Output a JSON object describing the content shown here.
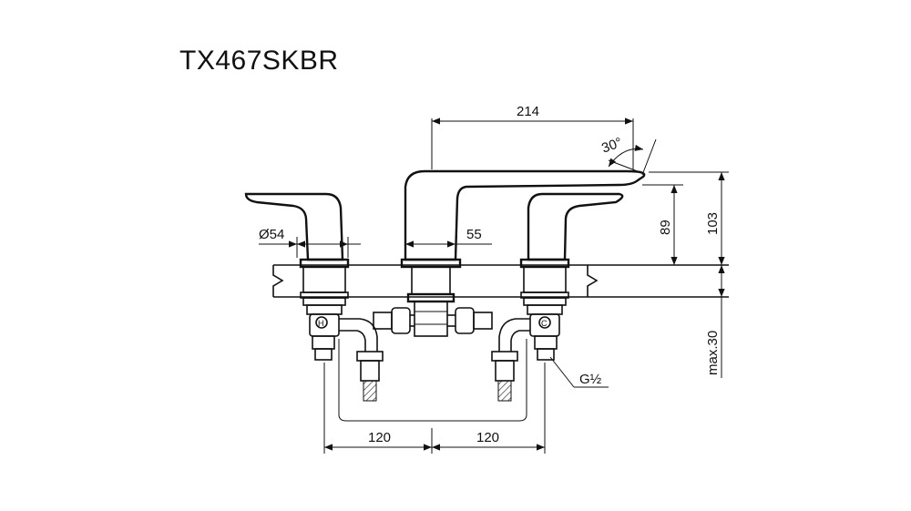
{
  "title": "TX467SKBR",
  "dimensions": {
    "spout_reach": "214",
    "spout_angle": "30°",
    "handle_diameter": "Ø54",
    "spout_base": "55",
    "spout_height": "89",
    "handle_height": "103",
    "deck_thickness": "max.30",
    "thread_size": "G½",
    "left_spacing": "120",
    "right_spacing": "120"
  },
  "markers": {
    "hot": "H",
    "cold": "C"
  },
  "colors": {
    "line": "#111111",
    "background": "#ffffff"
  }
}
